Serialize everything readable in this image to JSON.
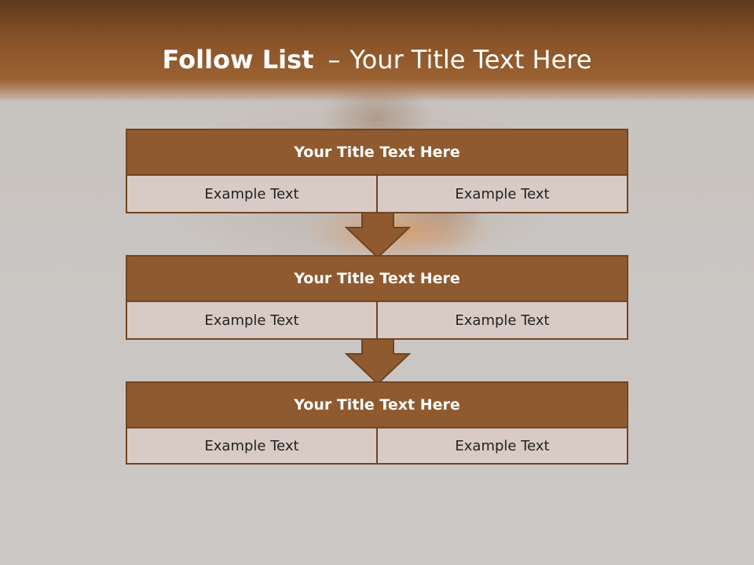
{
  "title": {
    "bold": "Follow List",
    "dash": "–",
    "rest": "Your Title Text Here"
  },
  "blocks": [
    {
      "title": "Your Title Text Here",
      "left": "Example Text",
      "right": "Example Text"
    },
    {
      "title": "Your Title Text Here",
      "left": "Example Text",
      "right": "Example Text"
    },
    {
      "title": "Your Title Text Here",
      "left": "Example Text",
      "right": "Example Text"
    }
  ],
  "colors": {
    "header_brown": "#8f5a2f",
    "border_brown": "#6f4522",
    "cell_fill": "#d8cbc5",
    "background": "#c9c5c2"
  }
}
